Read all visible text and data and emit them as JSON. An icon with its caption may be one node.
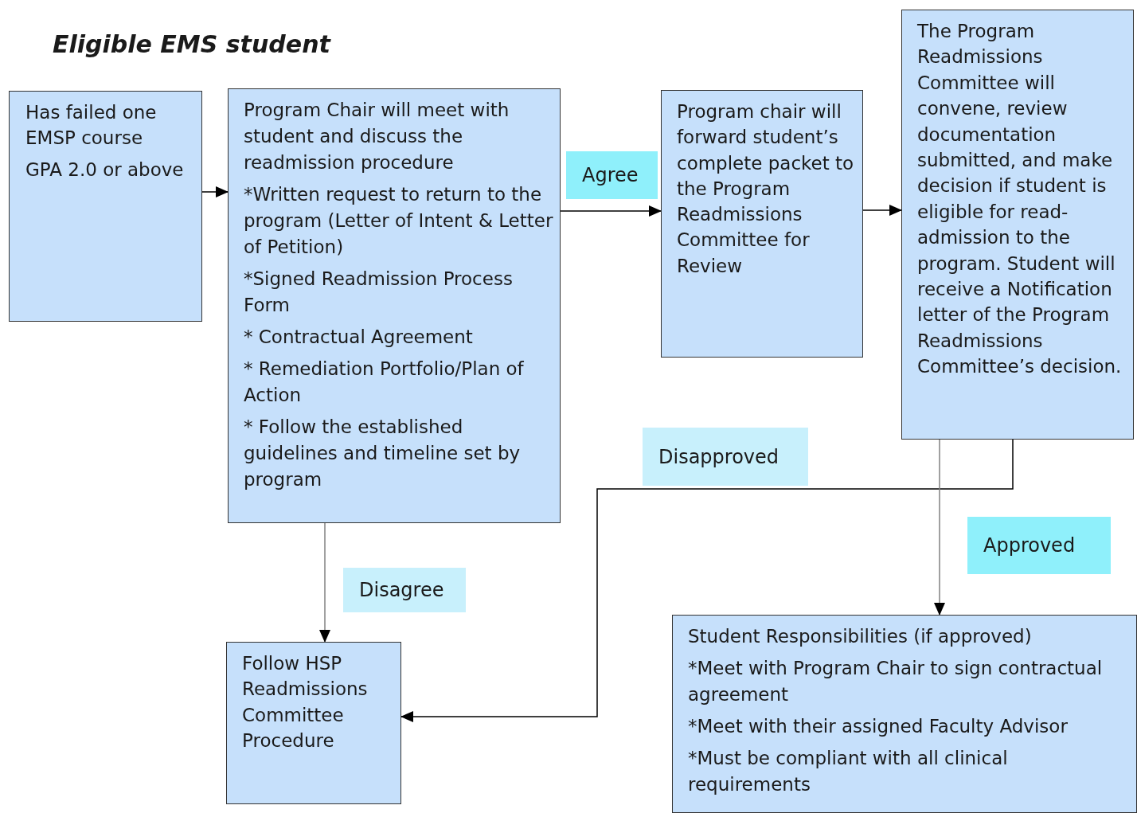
{
  "diagram": {
    "title": "Eligible EMS student",
    "nodes": [
      {
        "text": [
          "Has failed one EMSP course",
          "GPA 2.0 or above"
        ]
      },
      {
        "text": [
          "Program Chair will meet with student and discuss the readmission procedure",
          "*Written request to return to the program (Letter of Intent & Letter of Petition)",
          "*Signed Readmission Process Form",
          "* Contractual Agreement",
          "* Remediation Portfolio/Plan of Action",
          "* Follow the established guidelines and timeline set by program"
        ]
      },
      {
        "text": [
          "Program chair will forward student’s complete packet to the Program Readmissions Committee for Review"
        ]
      },
      {
        "text": [
          "The Program Readmissions Committee will convene, review documentation submitted, and make decision if student is eligible for read-admission to the program. Student will receive a Notification letter of the Program Readmissions Committee’s decision."
        ]
      },
      {
        "text": [
          "Follow HSP Readmissions Committee Procedure"
        ]
      },
      {
        "text": [
          "Student Responsibilities (if approved)",
          "*Meet with Program Chair to sign contractual agreement",
          "*Meet with their assigned Faculty Advisor",
          "*Must be compliant with all clinical requirements"
        ]
      }
    ],
    "edges": [
      {
        "from": 0,
        "to": 1,
        "arrow": "to"
      },
      {
        "from": 1,
        "to": 2,
        "arrow": "to",
        "label": "Agree"
      },
      {
        "from": 2,
        "to": 3,
        "arrow": "to"
      },
      {
        "from": 1,
        "to": 4,
        "arrow": "to",
        "label": "Disagree",
        "color": "#808080"
      },
      {
        "from": 3,
        "to": 4,
        "arrow": "to",
        "label": "Disapproved"
      },
      {
        "from": 3,
        "to": 5,
        "arrow": "to",
        "label": "Approved",
        "color": "#808080"
      }
    ]
  }
}
